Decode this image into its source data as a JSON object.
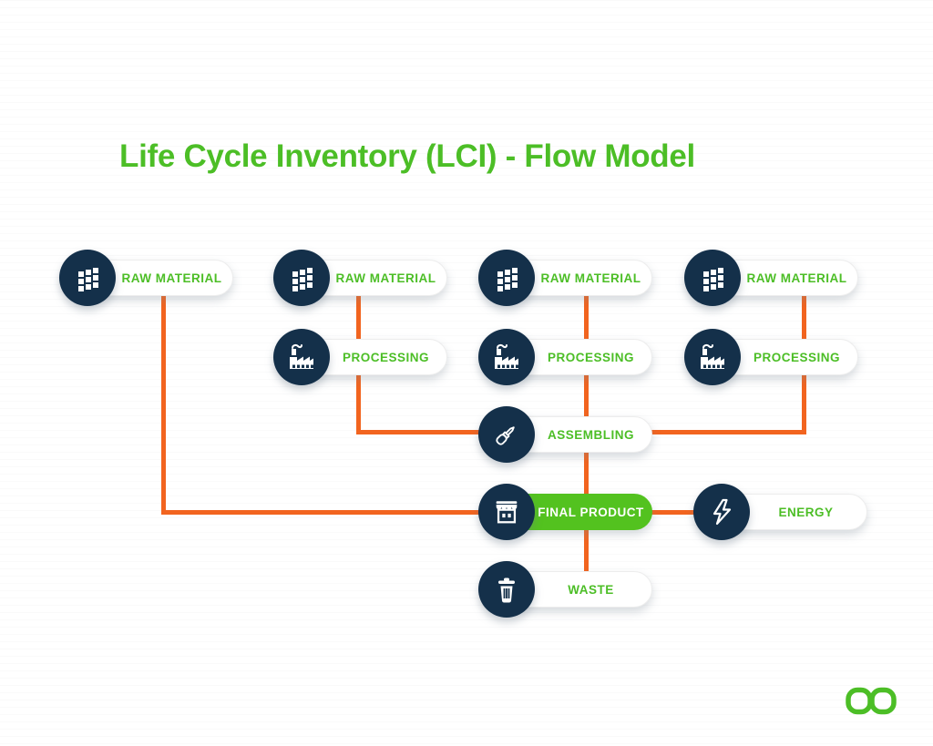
{
  "title": "Life Cycle Inventory (LCI) - Flow Model",
  "colors": {
    "title_green": "#4CBE26",
    "highlight_pill_green": "#53C21F",
    "icon_circle_navy": "#14304A",
    "connector_orange": "#F2641F",
    "background": "#FFFFFF"
  },
  "nodes": [
    {
      "id": "raw-material-1",
      "label": "RAW MATERIAL",
      "icon": "blocks-icon"
    },
    {
      "id": "raw-material-2",
      "label": "RAW MATERIAL",
      "icon": "blocks-icon"
    },
    {
      "id": "raw-material-3",
      "label": "RAW MATERIAL",
      "icon": "blocks-icon"
    },
    {
      "id": "raw-material-4",
      "label": "RAW MATERIAL",
      "icon": "blocks-icon"
    },
    {
      "id": "processing-1",
      "label": "PROCESSING",
      "icon": "factory-icon"
    },
    {
      "id": "processing-2",
      "label": "PROCESSING",
      "icon": "factory-icon"
    },
    {
      "id": "processing-3",
      "label": "PROCESSING",
      "icon": "factory-icon"
    },
    {
      "id": "assembling",
      "label": "ASSEMBLING",
      "icon": "screwdriver-icon"
    },
    {
      "id": "final-product",
      "label": "FINAL PRODUCT",
      "icon": "store-icon",
      "highlight": true
    },
    {
      "id": "energy",
      "label": "ENERGY",
      "icon": "bolt-icon"
    },
    {
      "id": "waste",
      "label": "WASTE",
      "icon": "trash-icon"
    }
  ],
  "connections": [
    "raw-material-1 -> final-product",
    "raw-material-2 -> assembling",
    "raw-material-3 -> processing-2 -> assembling -> final-product -> waste",
    "raw-material-4 -> processing-3 -> assembling",
    "final-product -> energy"
  ],
  "logo": {
    "name": "infinity-loop-logo",
    "color": "#4CBE26"
  }
}
